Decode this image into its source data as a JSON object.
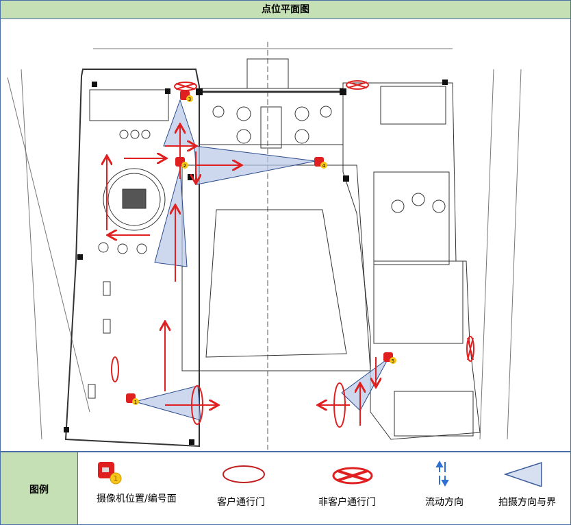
{
  "title": "点位平面图",
  "legend": {
    "label": "图例",
    "items": [
      {
        "icon": "camera-icon",
        "label": "摄像机位置/编号面",
        "badge": "1"
      },
      {
        "icon": "customer-door-icon",
        "label": "客户通行门"
      },
      {
        "icon": "non-customer-door-icon",
        "label": "非客户通行门"
      },
      {
        "icon": "flow-direction-icon",
        "label": "流动方向"
      },
      {
        "icon": "shooting-direction-icon",
        "label": "拍摄方向与界"
      }
    ]
  },
  "cameras": [
    {
      "number": "1"
    },
    {
      "number": "2"
    },
    {
      "number": "3"
    },
    {
      "number": "4"
    },
    {
      "number": "5"
    }
  ],
  "colors": {
    "header": "#c5e0b4",
    "accent": "#e02020",
    "fov": "#b8c8e8",
    "border": "#4a6fa5"
  }
}
